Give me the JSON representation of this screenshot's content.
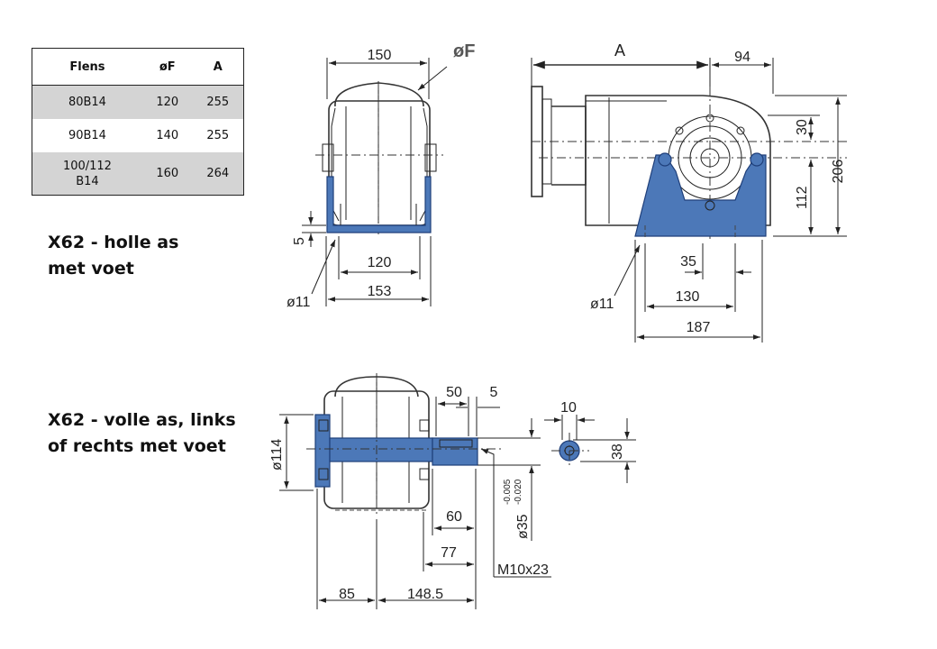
{
  "table": {
    "headers": [
      "Flens",
      "øF",
      "A"
    ],
    "rows": [
      [
        "80B14",
        "120",
        "255"
      ],
      [
        "90B14",
        "140",
        "255"
      ],
      [
        "100/112\nB14",
        "160",
        "264"
      ]
    ]
  },
  "headings": {
    "hollow": "X62 - holle as\nmet voet",
    "solid": "X62 - volle as, links\nof rechts met voet"
  },
  "dims": {
    "front_top": {
      "w150": "150",
      "phiF": "øF",
      "d5": "5",
      "d120": "120",
      "d153": "153",
      "hole": "ø11"
    },
    "side": {
      "A": "A",
      "d94": "94",
      "d30": "30",
      "d206": "206",
      "d112": "112",
      "d35": "35",
      "d130": "130",
      "d187": "187",
      "hole": "ø11"
    },
    "solid": {
      "d114": "ø114",
      "d50": "50",
      "d5": "5",
      "d60": "60",
      "d77": "77",
      "d85": "85",
      "d148_5": "148.5",
      "shaft": "ø35",
      "tol_upper": "-0.005",
      "tol_lower": "-0.020",
      "thread": "M10x23"
    },
    "key": {
      "d10": "10",
      "d38": "38"
    }
  },
  "colors": {
    "housing_accent": "#4c78b8",
    "outline": "#333333",
    "table_stripe": "#d4d4d4"
  }
}
